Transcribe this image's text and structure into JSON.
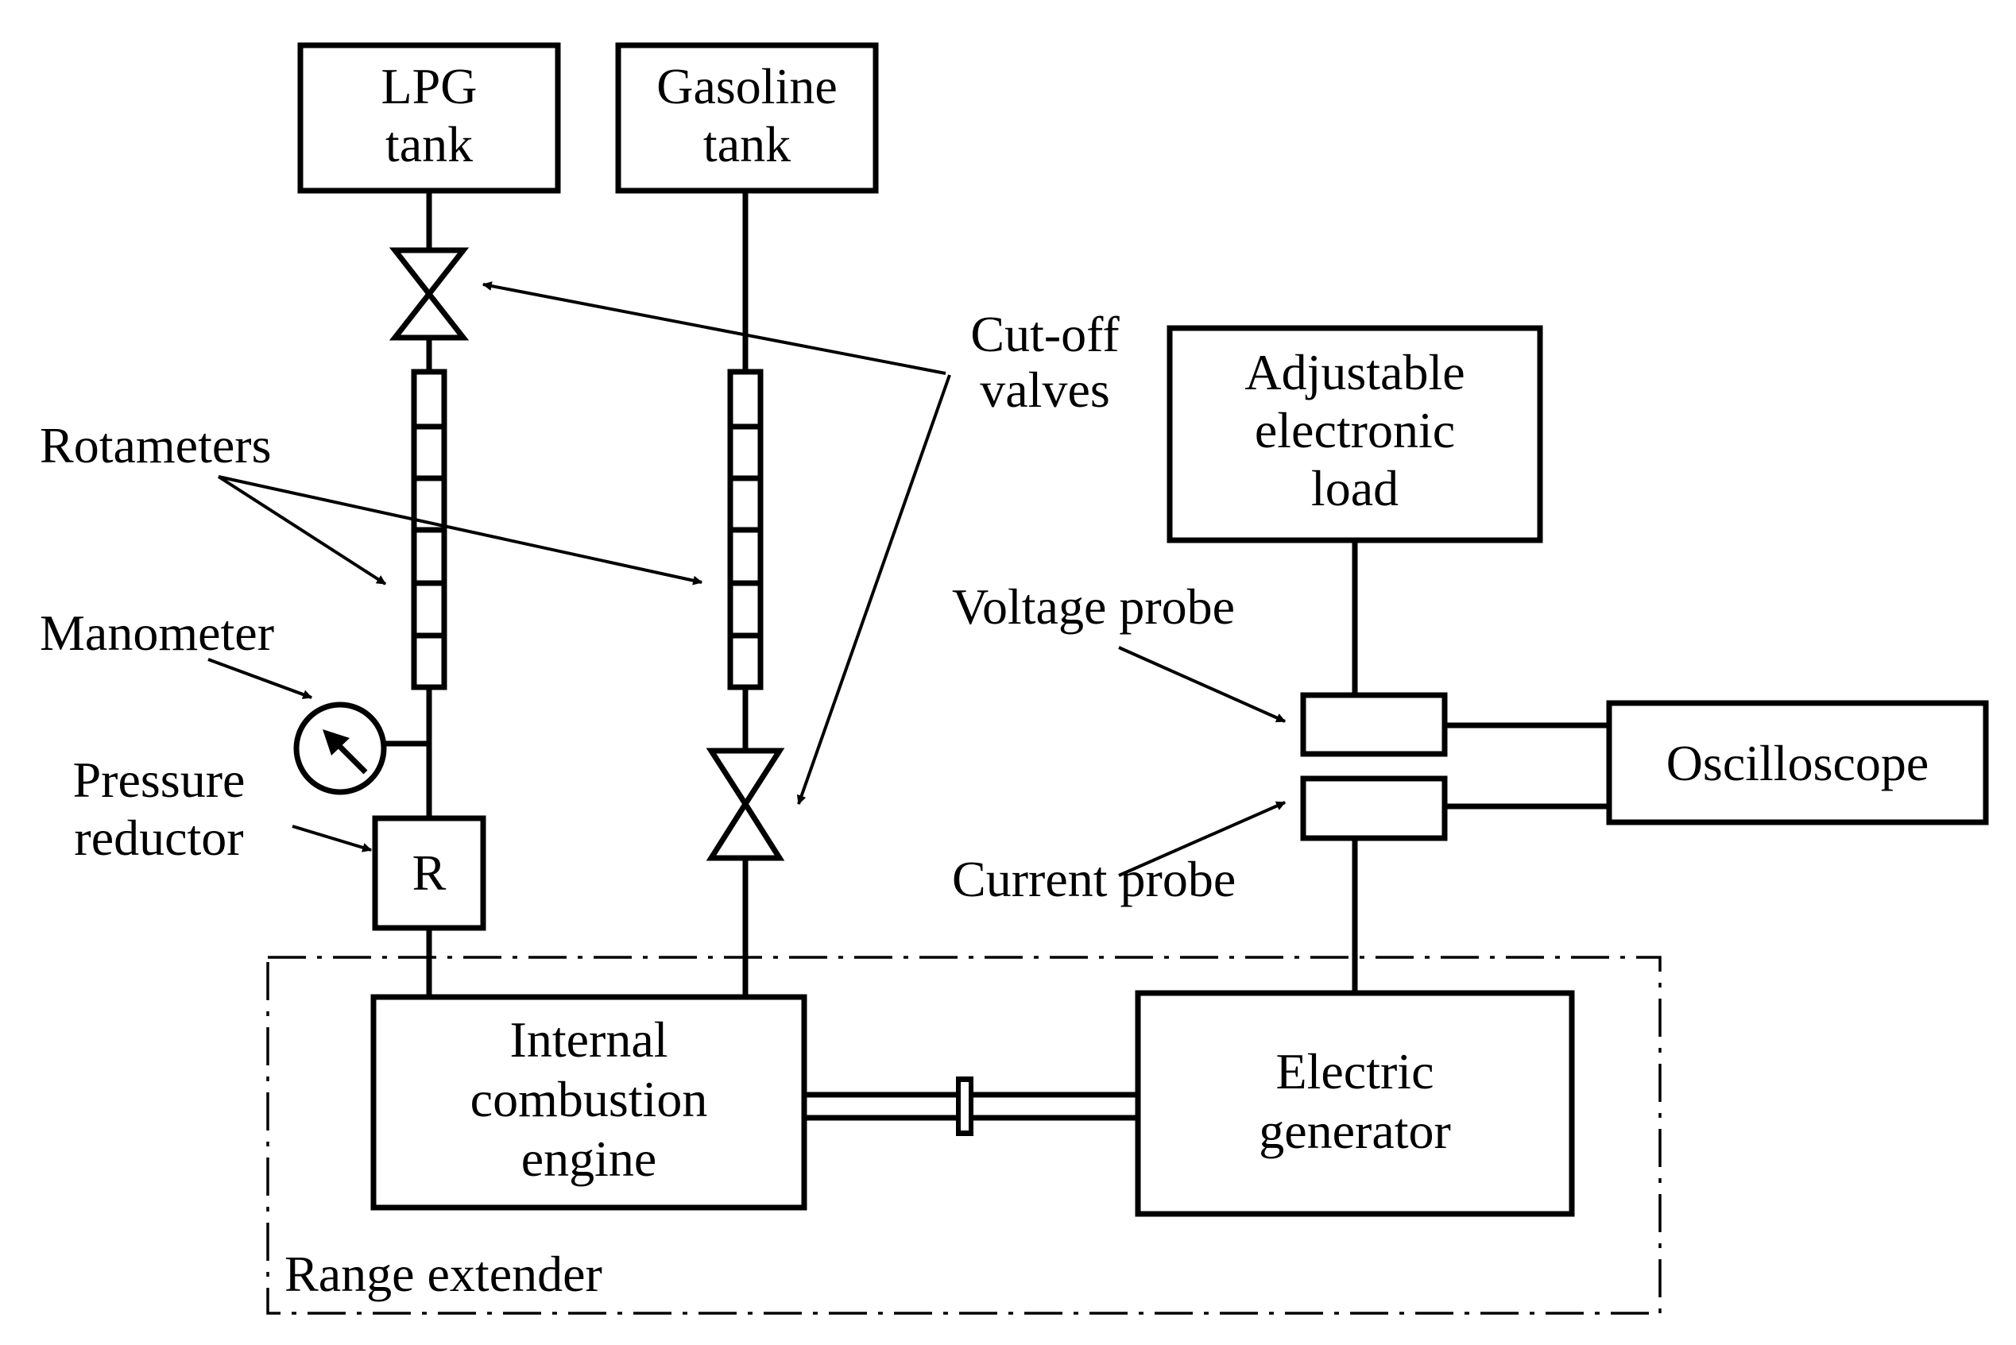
{
  "diagram": {
    "lpg_tank": [
      "LPG",
      "tank"
    ],
    "gasoline_tank": [
      "Gasoline",
      "tank"
    ],
    "cut_off_valves": [
      "Cut-off",
      "valves"
    ],
    "rotameters": "Rotameters",
    "manometer": "Manometer",
    "pressure_reductor": [
      "Pressure",
      "reductor"
    ],
    "reductor_symbol": "R",
    "adjustable_load": [
      "Adjustable",
      "electronic",
      "load"
    ],
    "voltage_probe": "Voltage probe",
    "current_probe": "Current probe",
    "oscilloscope": "Oscilloscope",
    "engine": [
      "Internal",
      "combustion",
      "engine"
    ],
    "generator": [
      "Electric",
      "generator"
    ],
    "range_extender": "Range extender"
  }
}
